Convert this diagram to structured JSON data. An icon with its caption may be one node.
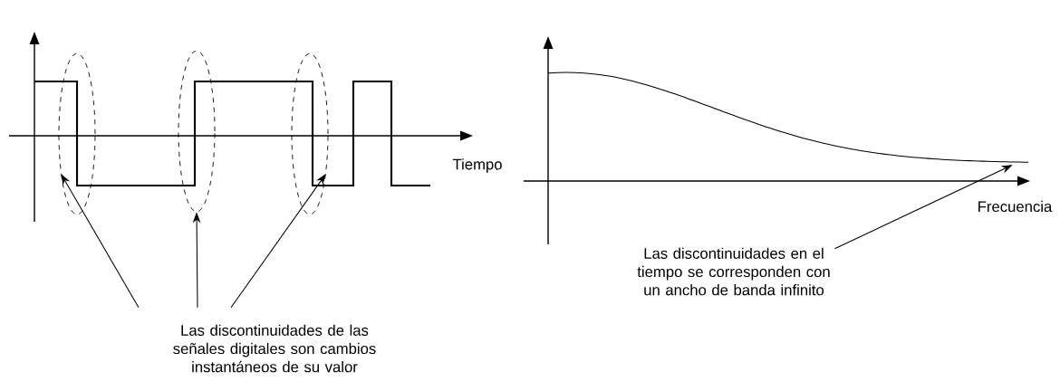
{
  "diagram": {
    "nodes": [
      {
        "text": [
          "Las discontinuidades de las señales digitales son cambios instantáneos de su valor"
        ]
      },
      {
        "text": [],
        "shape": "ellipse"
      },
      {
        "text": [],
        "shape": "ellipse"
      },
      {
        "text": [],
        "shape": "ellipse"
      },
      {
        "text": [
          "Las discontinuidades en el tiempo se corresponden con un ancho de banda infinito"
        ]
      },
      {
        "text": [],
        "shape": "curve"
      }
    ],
    "edges": [
      {
        "from": 0,
        "to": 1,
        "arrow": "to"
      },
      {
        "from": 0,
        "to": 2,
        "arrow": "to"
      },
      {
        "from": 0,
        "to": 3,
        "arrow": "to"
      },
      {
        "from": 4,
        "to": 5,
        "arrow": "to"
      }
    ],
    "labels": [
      "Tiempo",
      "Frecuencia"
    ]
  }
}
